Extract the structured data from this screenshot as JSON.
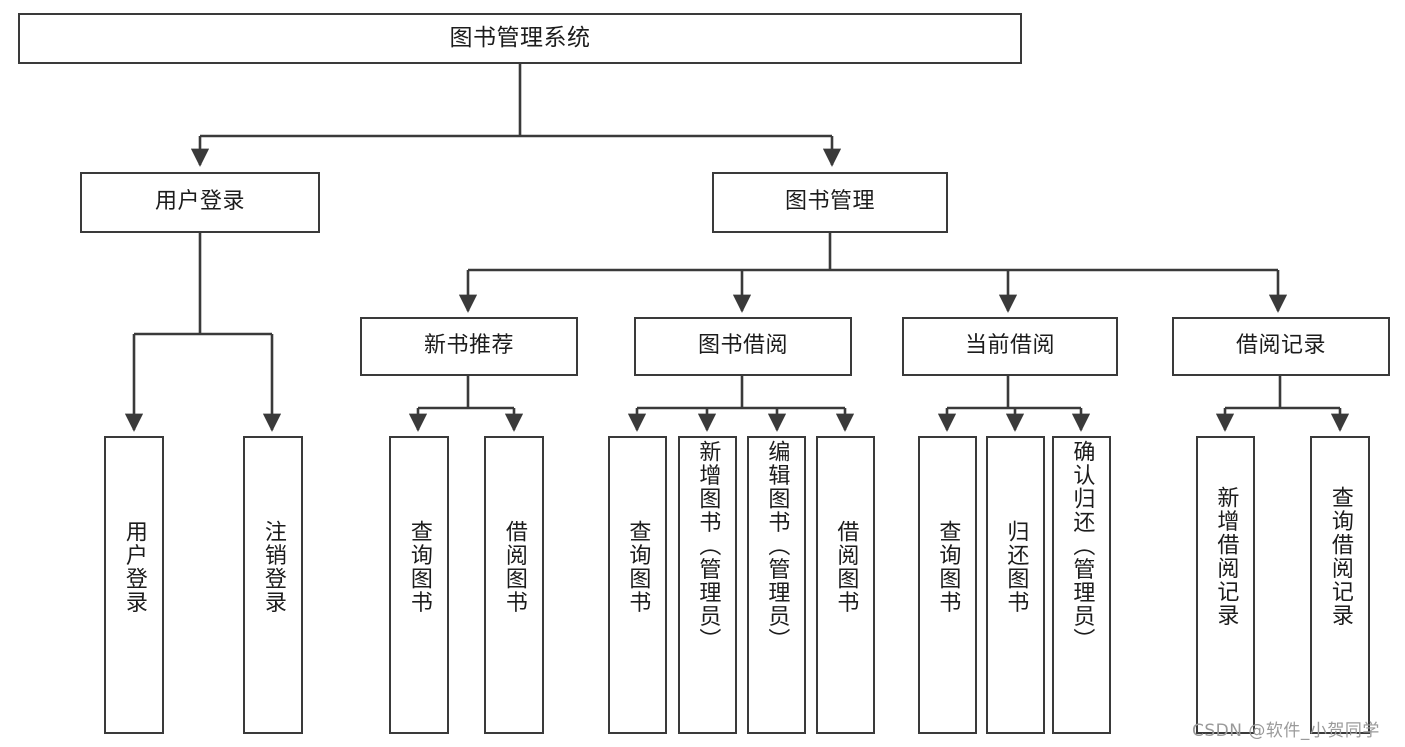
{
  "diagram": {
    "title": "图书管理系统",
    "type": "tree-hierarchy-chart",
    "watermark": "CSDN @软件_小贺同学",
    "colors": {
      "background": "#ffffff",
      "stroke": "#3a3a3a",
      "text": "#1c1c1c",
      "watermark": "#9a9a9a"
    }
  },
  "nodes": {
    "root": {
      "label": "图书管理系统"
    },
    "level2": [
      {
        "id": "user-login",
        "label": "用户登录"
      },
      {
        "id": "book-management",
        "label": "图书管理"
      }
    ],
    "level3": [
      {
        "id": "new-book-recommend",
        "label": "新书推荐"
      },
      {
        "id": "book-borrow",
        "label": "图书借阅"
      },
      {
        "id": "current-borrow",
        "label": "当前借阅"
      },
      {
        "id": "borrow-record",
        "label": "借阅记录"
      }
    ],
    "leaves": {
      "user-login": [
        {
          "id": "leaf-user-login",
          "label": "用户登录"
        },
        {
          "id": "leaf-user-logout",
          "label": "注销登录"
        }
      ],
      "new-book-recommend": [
        {
          "id": "leaf-query-book-1",
          "label": "查询图书"
        },
        {
          "id": "leaf-borrow-book-1",
          "label": "借阅图书"
        }
      ],
      "book-borrow": [
        {
          "id": "leaf-query-book-2",
          "label": "查询图书"
        },
        {
          "id": "leaf-add-book",
          "label": "新增图书（管理员）"
        },
        {
          "id": "leaf-edit-book",
          "label": "编辑图书（管理员）"
        },
        {
          "id": "leaf-borrow-book-2",
          "label": "借阅图书"
        }
      ],
      "current-borrow": [
        {
          "id": "leaf-query-book-3",
          "label": "查询图书"
        },
        {
          "id": "leaf-return-book",
          "label": "归还图书"
        },
        {
          "id": "leaf-confirm-return",
          "label": "确认归还（管理员）"
        }
      ],
      "borrow-record": [
        {
          "id": "leaf-add-record",
          "label": "新增借阅记录"
        },
        {
          "id": "leaf-query-record",
          "label": "查询借阅记录"
        }
      ]
    }
  }
}
